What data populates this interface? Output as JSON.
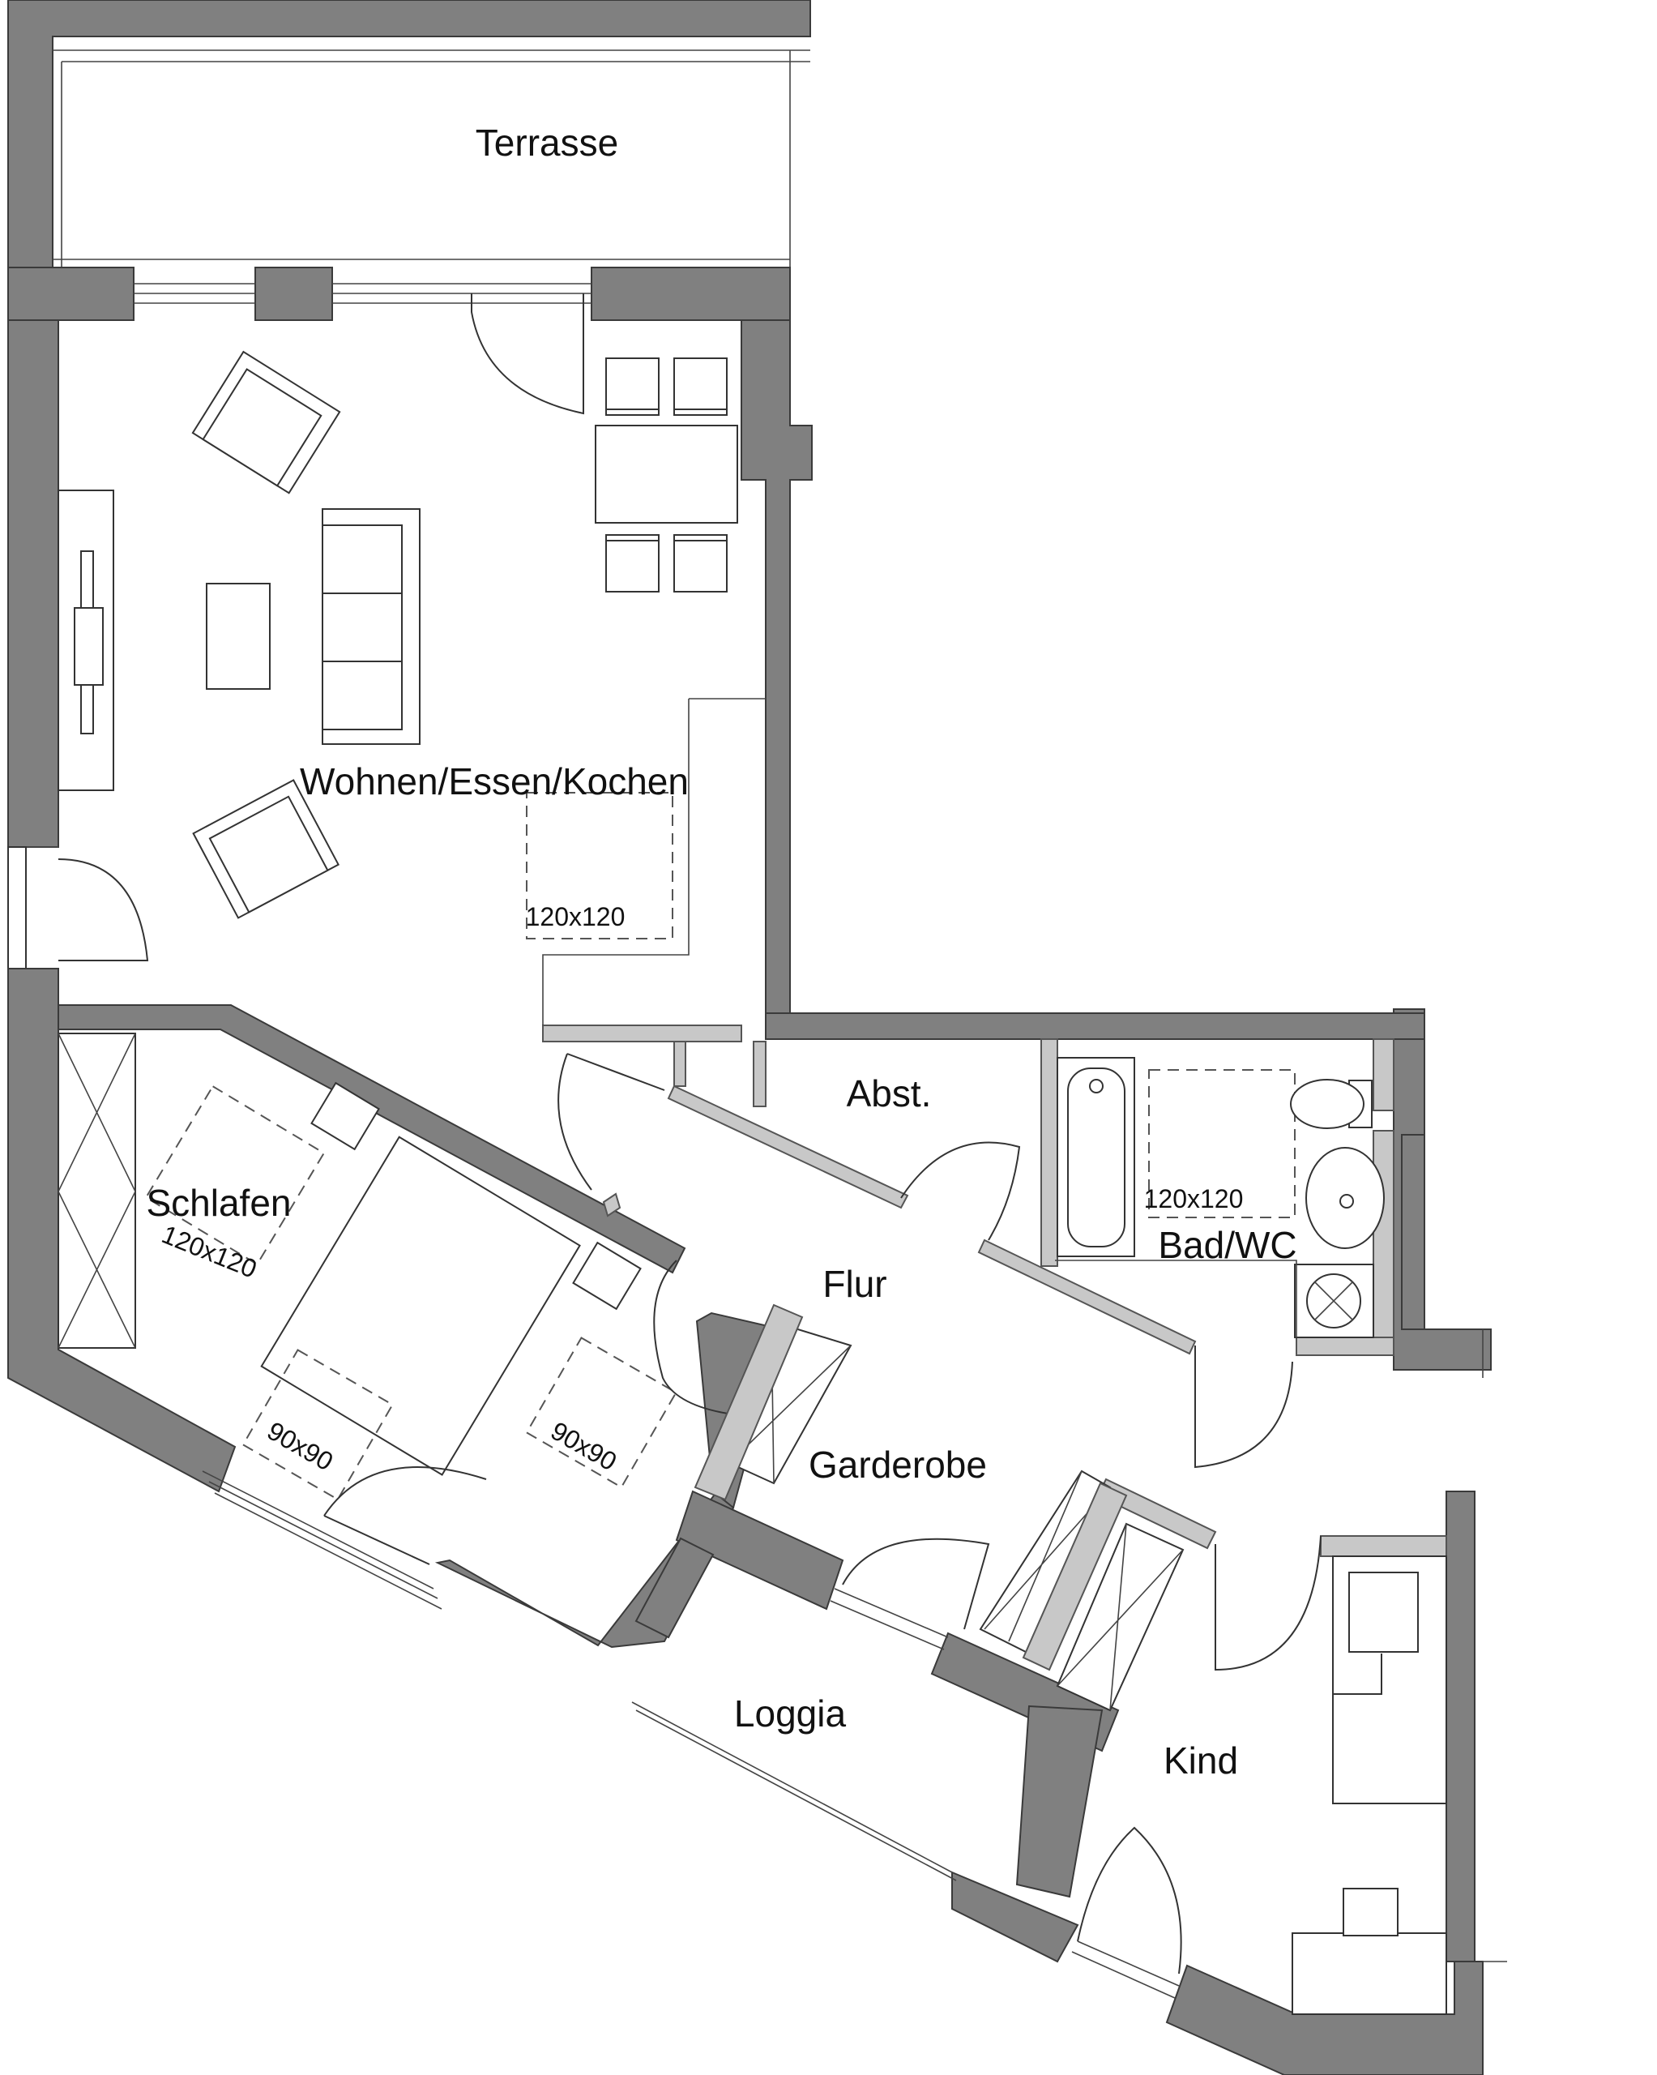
{
  "colors": {
    "wall": "#808080",
    "partition": "#c8c8c8",
    "background": "#ffffff",
    "line": "#333333"
  },
  "rooms": {
    "terrasse": "Terrasse",
    "wohnen": "Wohnen/Essen/Kochen",
    "abst": "Abst.",
    "bad": "Bad/WC",
    "schlafen": "Schlafen",
    "flur": "Flur",
    "garderobe": "Garderobe",
    "loggia": "Loggia",
    "kind": "Kind"
  },
  "clearances": {
    "wohnen": "120x120",
    "bad": "120x120",
    "schlafen": "120x120",
    "schlafen_left": "90x90",
    "schlafen_right": "90x90"
  },
  "icons": [
    "door-swing-icon",
    "bathtub-icon",
    "toilet-icon",
    "washbasin-icon",
    "washing-machine-icon",
    "sofa-icon",
    "armchair-icon",
    "bed-icon",
    "wardrobe-icon",
    "desk-icon",
    "dining-table-icon",
    "chair-icon",
    "kitchen-counter-icon",
    "sideboard-icon"
  ]
}
